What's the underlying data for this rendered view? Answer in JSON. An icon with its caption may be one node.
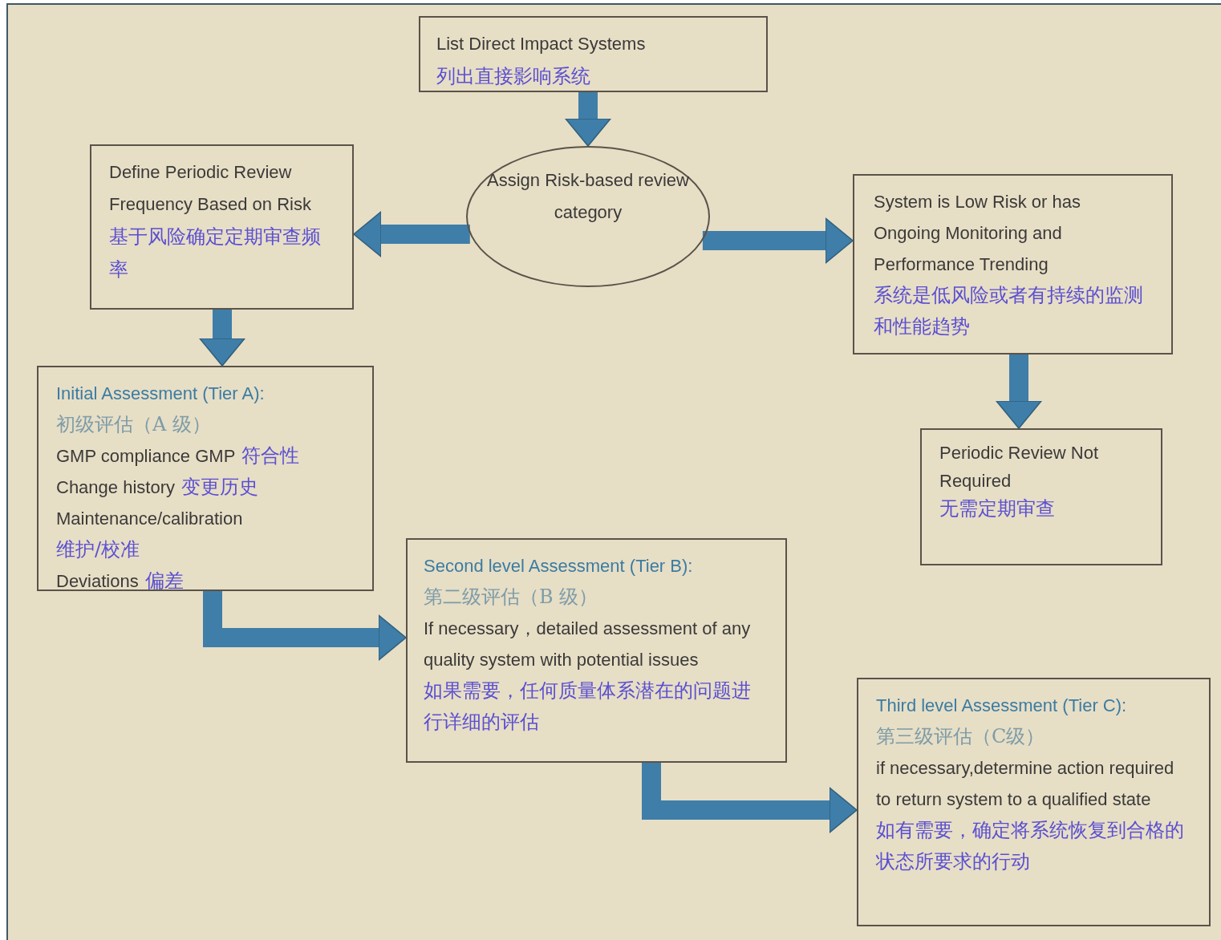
{
  "diagram": {
    "nodes": [
      {
        "text": [
          "List Direct Impact Systems",
          "列出直接影响系统"
        ]
      },
      {
        "text": [
          "Assign Risk-based review category"
        ]
      },
      {
        "text": [
          "Define Periodic Review Frequency Based on Risk",
          "基于风险确定定期审查频率"
        ]
      },
      {
        "text": [
          "System is Low Risk or has Ongoing Monitoring and Performance Trending",
          "系统是低风险或者有持续的监测和性能趋势"
        ]
      },
      {
        "text": [
          "Initial Assessment (Tier A):",
          "初级评估（A 级）",
          "GMP compliance GMP",
          "符合性",
          "Change history",
          "变更历史",
          "Maintenance/calibration",
          "维护/校准",
          "Deviations",
          "偏差"
        ]
      },
      {
        "text": [
          "Periodic Review Not Required",
          "无需定期审查"
        ]
      },
      {
        "text": [
          "Second level Assessment (Tier B):",
          "第二级评估（B 级）",
          "If necessary，detailed assessment of any quality system with potential issues",
          "如果需要，任何质量体系潜在的问题进行详细的评估"
        ]
      },
      {
        "text": [
          "Third level Assessment (Tier C):",
          "第三级评估（C级）",
          "if necessary,determine action required to return system to a qualified state",
          "如有需要，确定将系统恢复到合格的状态所要求的行动"
        ]
      }
    ],
    "edges": [
      {
        "from": 0,
        "to": 1,
        "arrow": "to"
      },
      {
        "from": 1,
        "to": 2,
        "arrow": "to"
      },
      {
        "from": 1,
        "to": 3,
        "arrow": "to"
      },
      {
        "from": 2,
        "to": 4,
        "arrow": "to"
      },
      {
        "from": 3,
        "to": 5,
        "arrow": "to"
      },
      {
        "from": 4,
        "to": 6,
        "arrow": "to"
      },
      {
        "from": 6,
        "to": 7,
        "arrow": "to"
      }
    ]
  }
}
